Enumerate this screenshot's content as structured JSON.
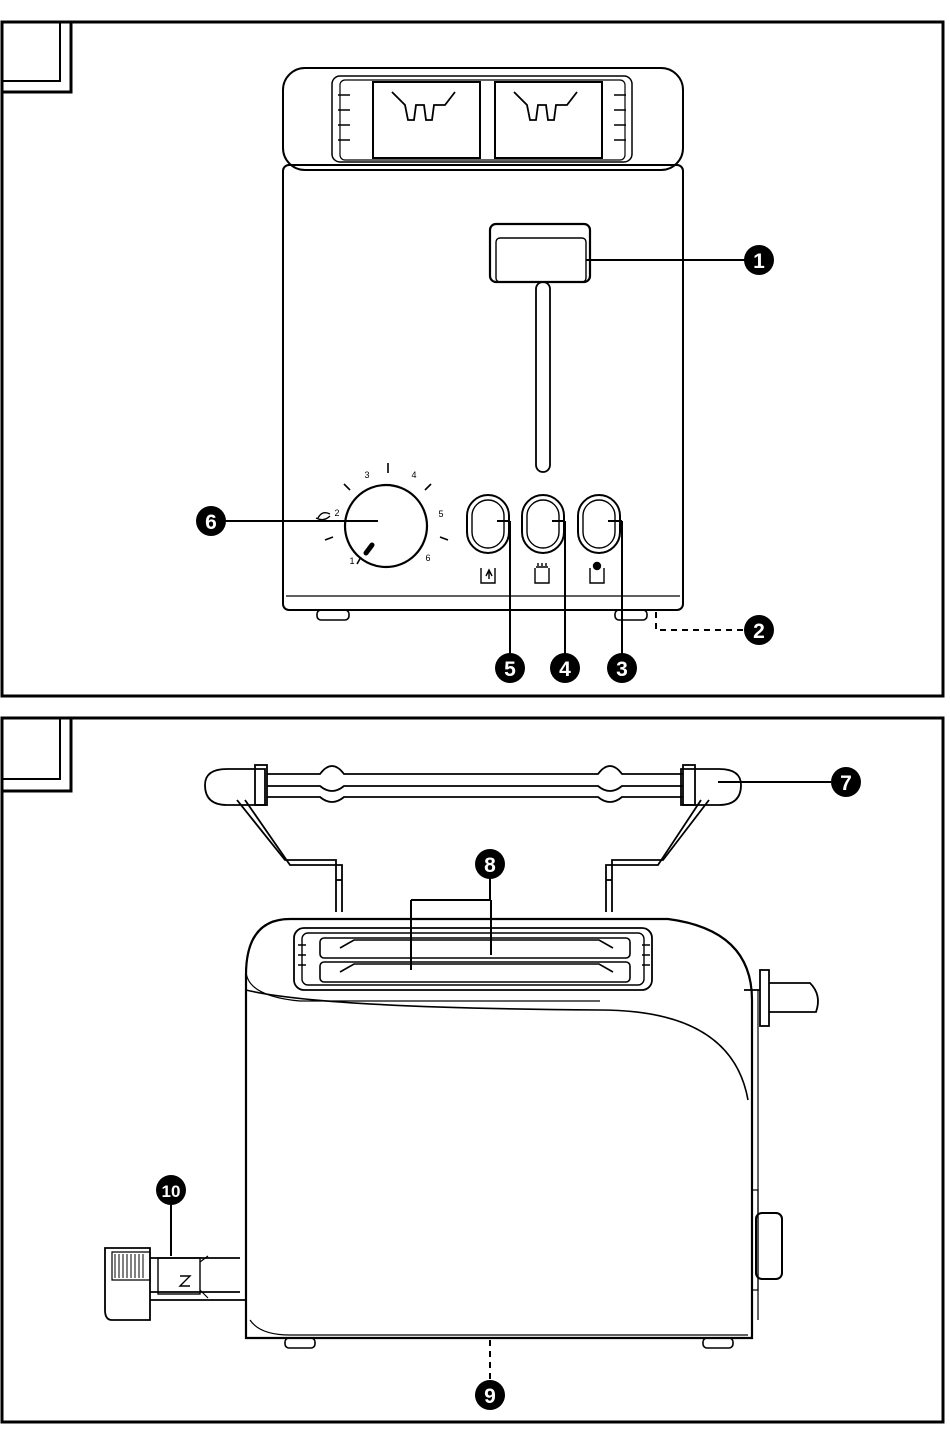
{
  "panels": [
    {
      "id": "front-view",
      "label": ""
    },
    {
      "id": "side-view",
      "label": ""
    }
  ],
  "dial": {
    "scale_labels": [
      "1",
      "2",
      "3",
      "4",
      "5",
      "6"
    ],
    "icon": "defrost-bagel-icon"
  },
  "buttons": [
    {
      "icon": "reheat-icon"
    },
    {
      "icon": "defrost-icon"
    },
    {
      "icon": "cancel-icon"
    }
  ],
  "callouts": {
    "c1": "1",
    "c2": "2",
    "c3": "3",
    "c4": "4",
    "c5": "5",
    "c6": "6",
    "c7": "7",
    "c8": "8",
    "c9": "9",
    "c10": "10"
  },
  "colors": {
    "line": "#000000",
    "background": "#ffffff"
  }
}
